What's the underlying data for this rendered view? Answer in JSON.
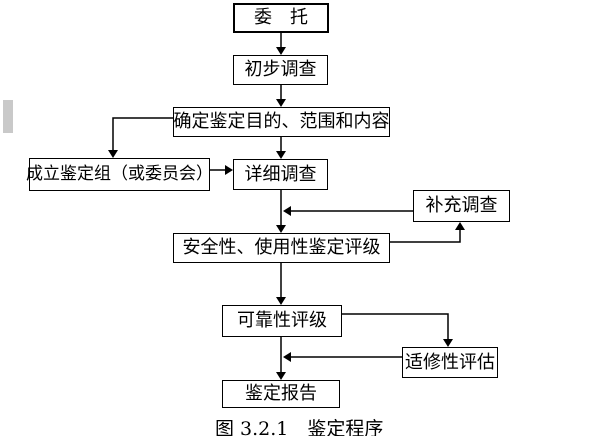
{
  "diagram": {
    "type": "flowchart",
    "caption": "图 3.2.1　鉴定程序",
    "nodes": {
      "weituo": "委　托",
      "chubu": "初步调查",
      "queding": "确定鉴定目的、范围和内容",
      "chengli": "成立鉴定组（或委员会）",
      "xiangxi": "详细调查",
      "buchong": "补充调查",
      "anquan": "安全性、使用性鉴定评级",
      "kekao": "可靠性评级",
      "shixiu": "适修性评估",
      "baogao": "鉴定报告"
    },
    "edges": [
      {
        "from": "weituo",
        "to": "chubu"
      },
      {
        "from": "chubu",
        "to": "queding"
      },
      {
        "from": "queding",
        "to": "chengli"
      },
      {
        "from": "chengli",
        "to": "xiangxi"
      },
      {
        "from": "queding",
        "to": "xiangxi"
      },
      {
        "from": "xiangxi",
        "to": "anquan"
      },
      {
        "from": "buchong",
        "to": "anquan"
      },
      {
        "from": "anquan",
        "to": "buchong"
      },
      {
        "from": "anquan",
        "to": "kekao"
      },
      {
        "from": "kekao",
        "to": "shixiu"
      },
      {
        "from": "kekao",
        "to": "baogao"
      },
      {
        "from": "shixiu",
        "to": "baogao"
      }
    ],
    "colors": {
      "line": "#000000",
      "box_border": "#000000",
      "text": "#000000",
      "background": "#ffffff",
      "left_bar": "#c9c9c9"
    }
  }
}
